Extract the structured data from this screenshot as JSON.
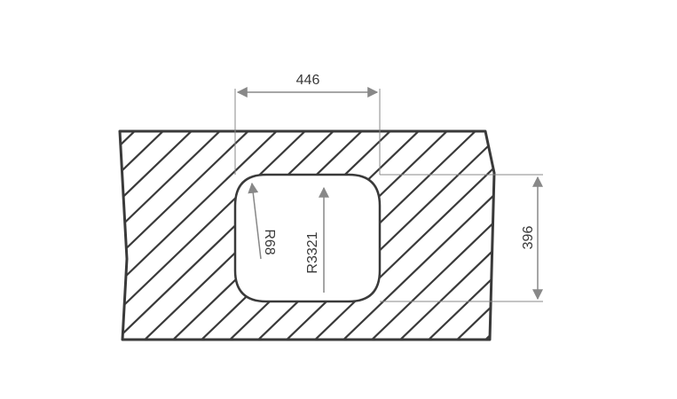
{
  "dimensions": {
    "width_label": "446",
    "height_label": "396",
    "corner_radius_label": "R68",
    "top_radius_label": "R3321"
  },
  "colors": {
    "outline": "#3a3a3a",
    "hatch": "#3a3a3a",
    "dimension_line": "#888888",
    "text": "#3a3a3a",
    "background": "#ffffff"
  }
}
